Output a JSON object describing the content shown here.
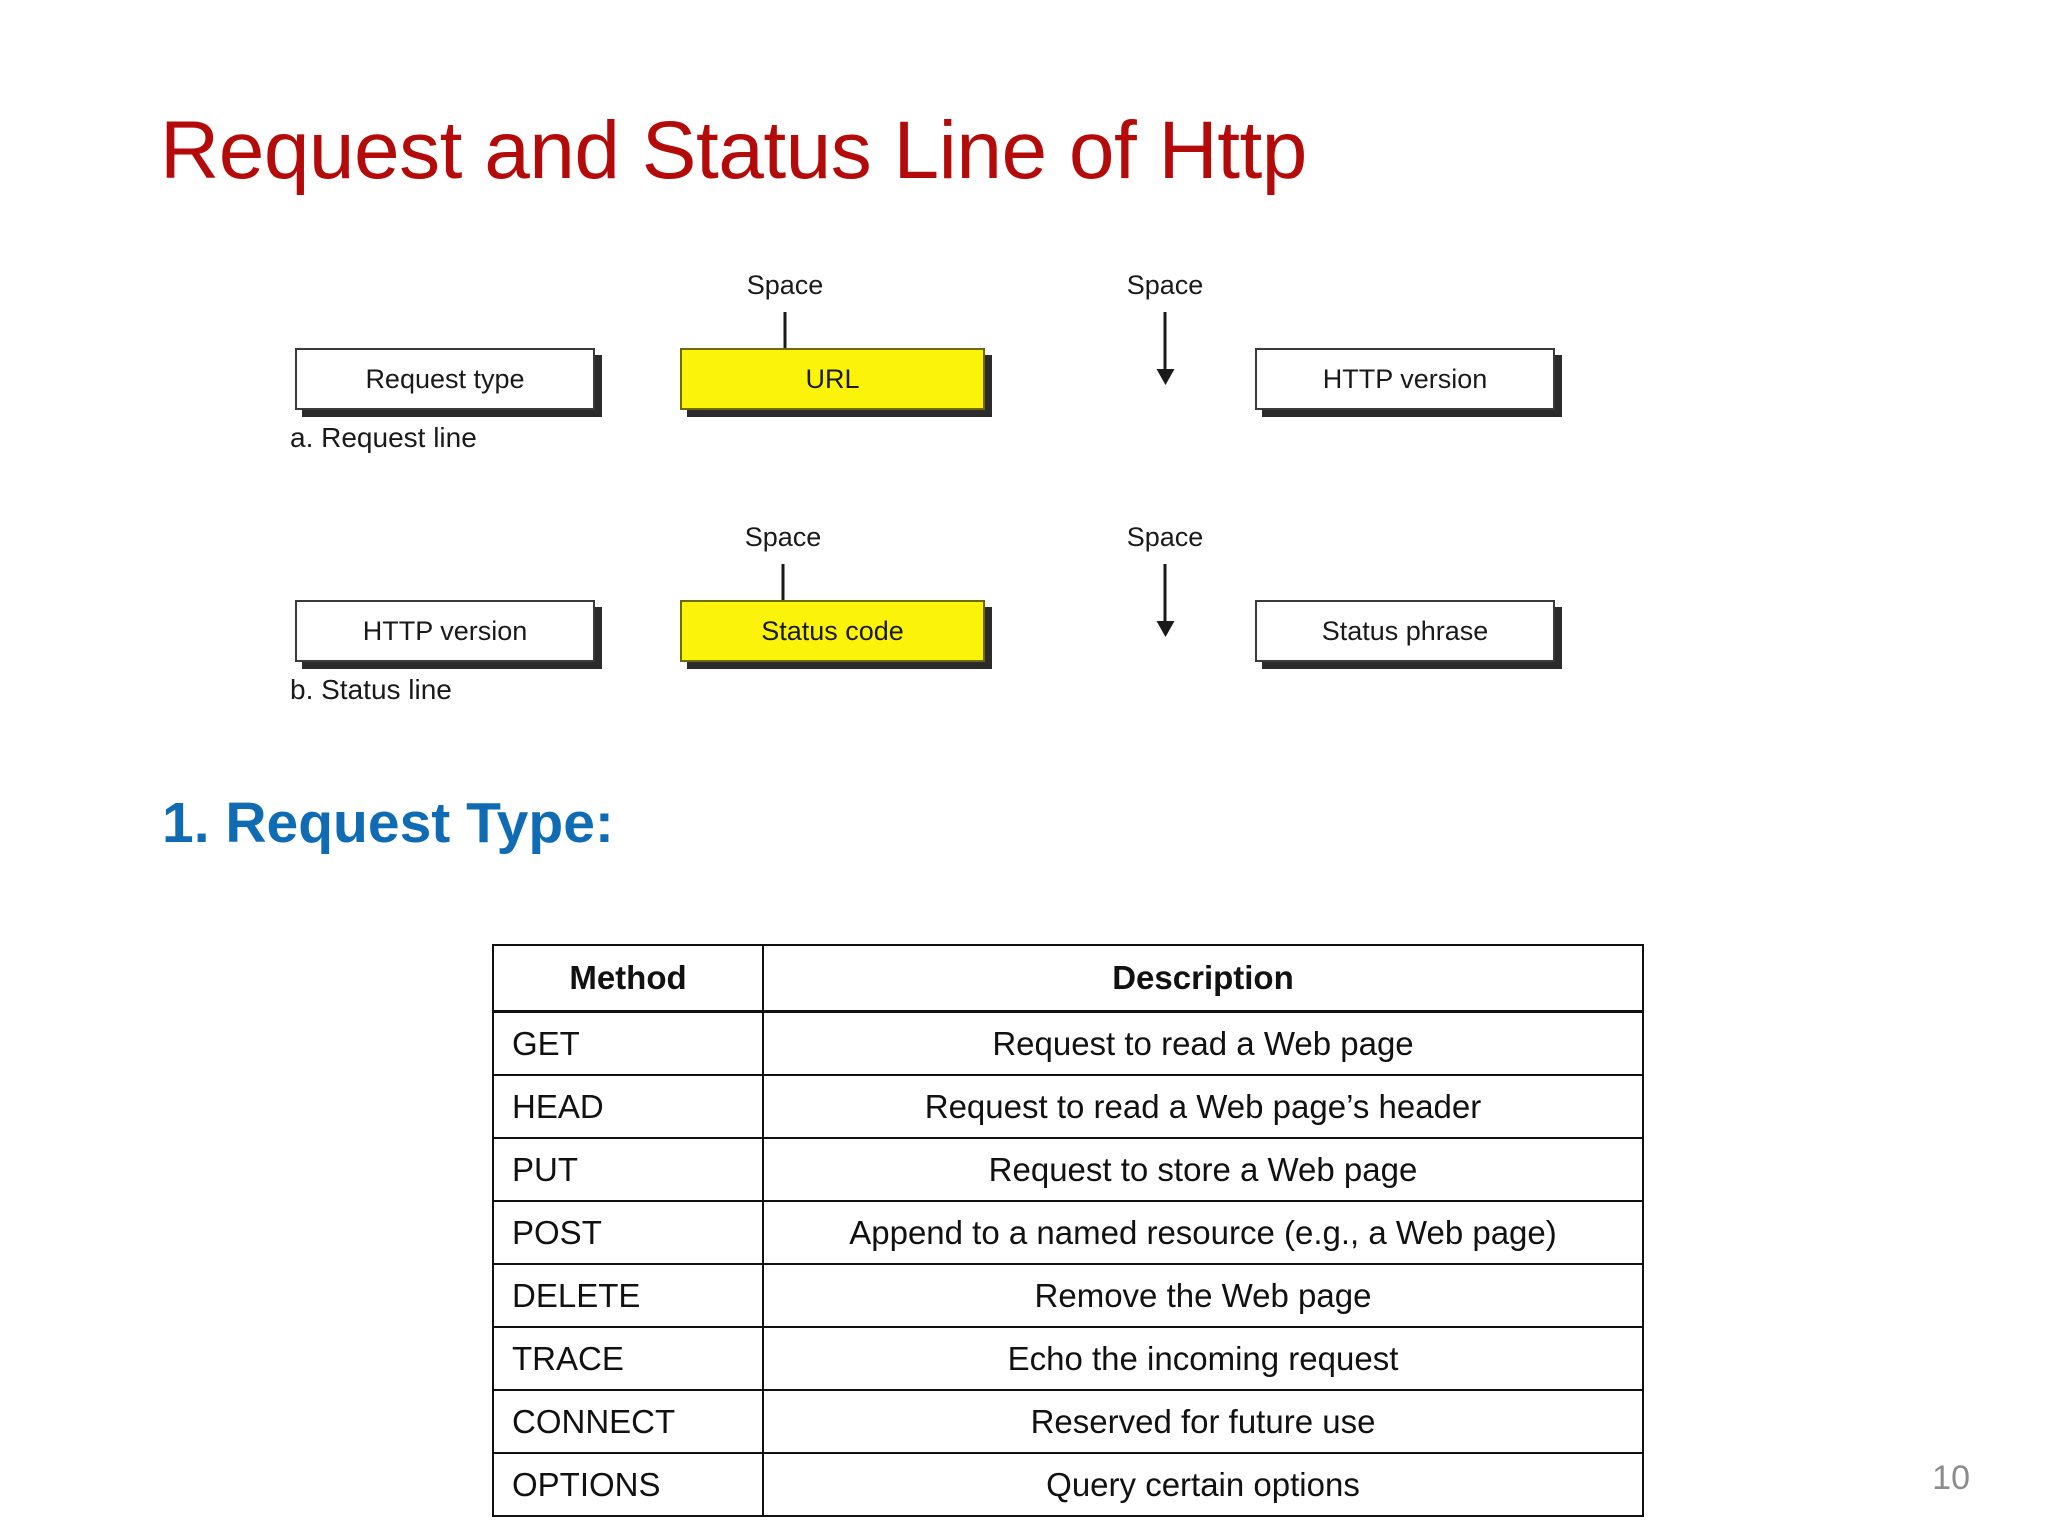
{
  "slide": {
    "title": "Request and Status Line of Http",
    "title_color": "#B40A0A",
    "page_number": "10",
    "background": "#FFFFFF"
  },
  "figure": {
    "request_line": {
      "caption": "a. Request line",
      "space_label_1": "Space",
      "space_label_2": "Space",
      "box_1": "Request type",
      "box_2": "URL",
      "box_2_highlight": "#FBF40A",
      "box_3": "HTTP version"
    },
    "status_line": {
      "caption": "b. Status line",
      "space_label_1": "Space",
      "space_label_2": "Space",
      "box_1": "HTTP version",
      "box_2": "Status code",
      "box_2_highlight": "#FBF40A",
      "box_3": "Status phrase"
    }
  },
  "section": {
    "heading": "1. Request Type:",
    "heading_color": "#0F6CB4"
  },
  "method_table": {
    "columns": [
      "Method",
      "Description"
    ],
    "rows": [
      {
        "method": "GET",
        "description": "Request to read a Web page"
      },
      {
        "method": "HEAD",
        "description": "Request to read a Web page’s header"
      },
      {
        "method": "PUT",
        "description": "Request to store a Web page"
      },
      {
        "method": "POST",
        "description": "Append to a named resource (e.g., a Web page)"
      },
      {
        "method": "DELETE",
        "description": "Remove the Web page"
      },
      {
        "method": "TRACE",
        "description": "Echo the incoming request"
      },
      {
        "method": "CONNECT",
        "description": "Reserved for future use"
      },
      {
        "method": "OPTIONS",
        "description": "Query certain options"
      }
    ]
  }
}
